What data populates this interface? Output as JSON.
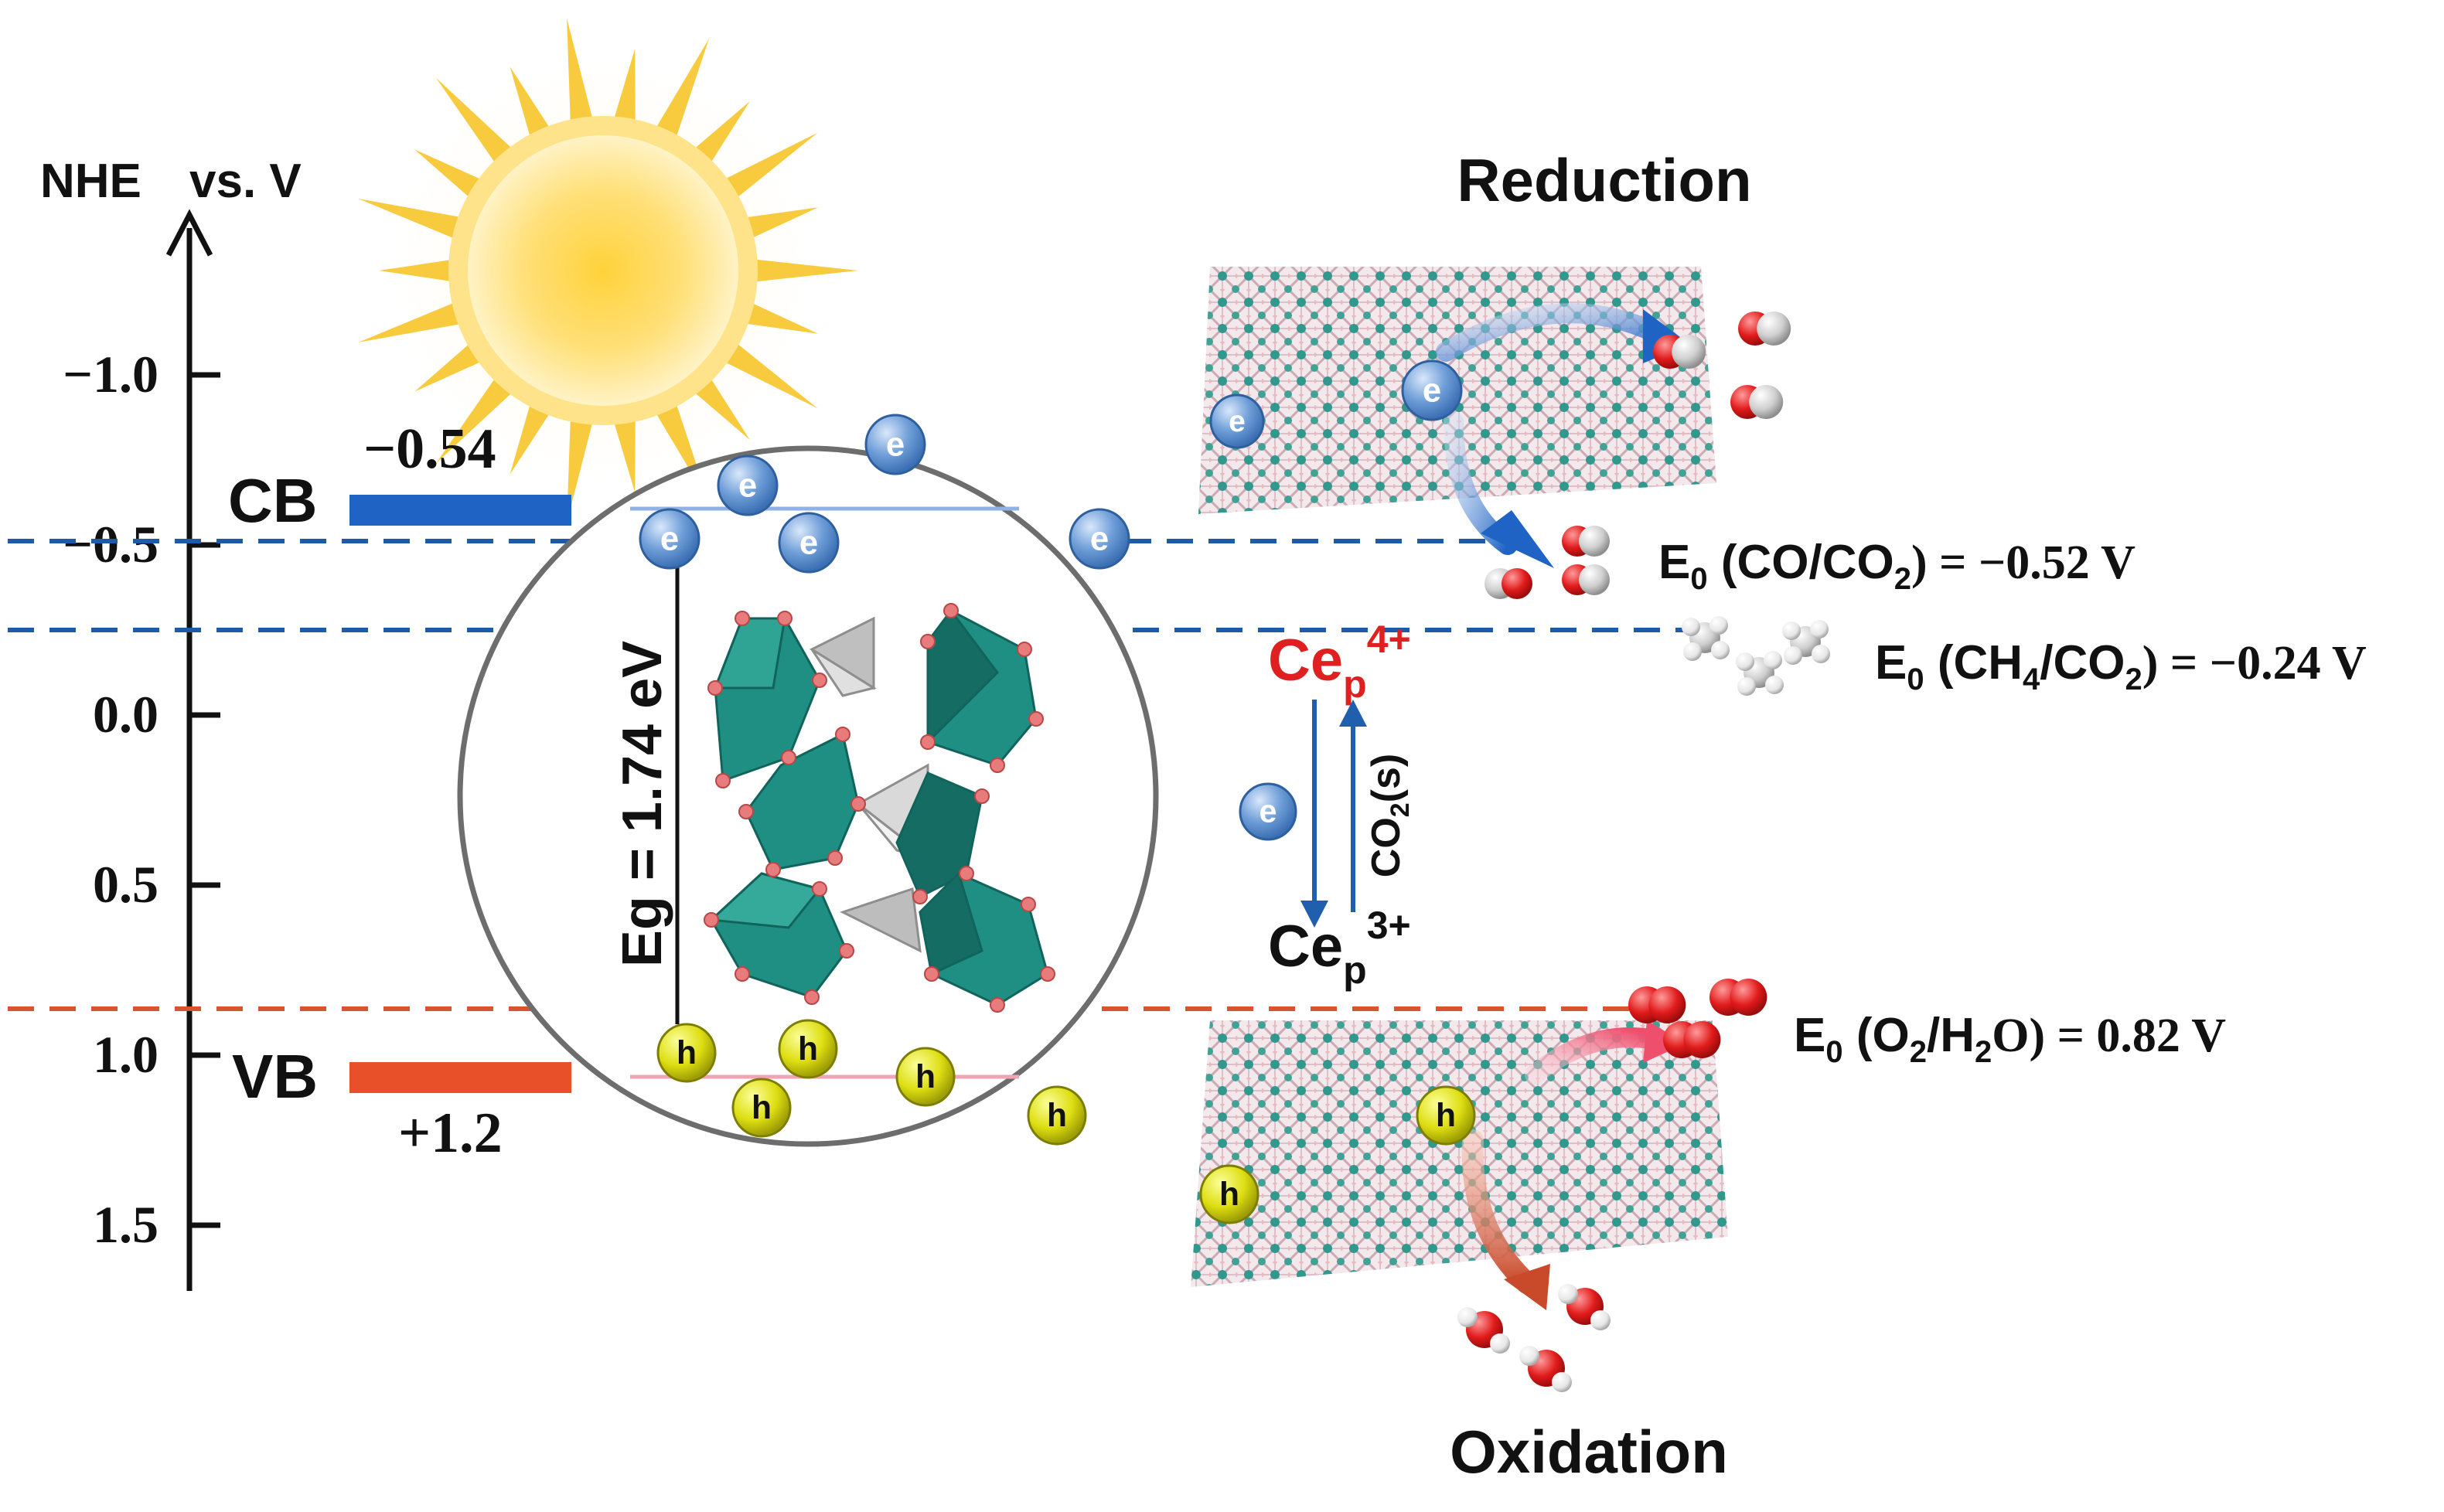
{
  "axis": {
    "title_nhe": "NHE",
    "title_vs": "vs. V",
    "ticks": [
      {
        "label": "−1.0",
        "value": -1.0
      },
      {
        "label": "−0.5",
        "value": -0.5
      },
      {
        "label": "0.0",
        "value": 0.0
      },
      {
        "label": "0.5",
        "value": 0.5
      },
      {
        "label": "1.0",
        "value": 1.0
      },
      {
        "label": "1.5",
        "value": 1.5
      }
    ]
  },
  "bands": {
    "cb_label": "CB",
    "cb_value": "−0.54",
    "vb_label": "VB",
    "vb_value": "+1.2"
  },
  "bandgap": {
    "label": "Eg = 1.74 eV"
  },
  "carriers": {
    "electron": "e",
    "hole": "h"
  },
  "reduction": {
    "title": "Reduction",
    "co_prefix": "E",
    "co_sub": "0",
    "co_text_a": " (CO/CO",
    "co_sub2": "2",
    "co_text_b": ") = −0.52 V",
    "ch4_prefix": "E",
    "ch4_sub": "0",
    "ch4_text_a": " (CH",
    "ch4_sub2": "4",
    "ch4_text_b": "/CO",
    "ch4_sub3": "2",
    "ch4_text_c": ") = −0.24 V"
  },
  "oxidation": {
    "title": "Oxidation",
    "o2_prefix": "E",
    "o2_sub": "0",
    "o2_text_a": " (O",
    "o2_sub2": "2",
    "o2_text_b": "/H",
    "o2_sub3": "2",
    "o2_text_c": "O) = 0.82 V"
  },
  "cerium": {
    "ce4_base": "Ce",
    "ce4_sub": "p",
    "ce4_sup": "4+",
    "ce3_base": "Ce",
    "ce3_sub": "p",
    "ce3_sup": "3+",
    "co2s_a": "CO",
    "co2s_sub": "2",
    "co2s_b": "(s)"
  },
  "colors": {
    "cb_blue": "#1f63c4",
    "vb_red": "#e8502a",
    "dash_blue": "#1d5aa8",
    "dash_red": "#d9532e",
    "ce4_red": "#e02020",
    "teal": "#1f8f84",
    "sun": "#f7c21c"
  }
}
